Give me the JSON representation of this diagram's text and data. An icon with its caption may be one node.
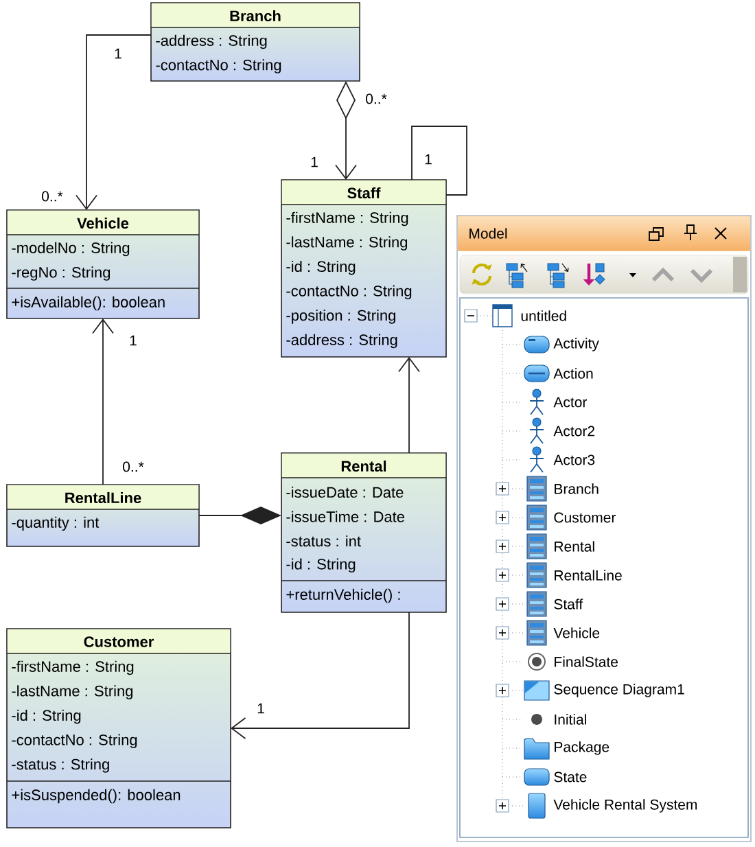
{
  "diagram": {
    "nodes": [
      {
        "text": [
          "Branch",
          "-address : String",
          "-contactNo : String"
        ]
      },
      {
        "text": [
          "Vehicle",
          "-modelNo : String",
          "-regNo : String",
          "+isAvailable(): boolean"
        ]
      },
      {
        "text": [
          "Staff",
          "-firstName : String",
          "-lastName : String",
          "-id : String",
          "-contactNo : String",
          "-position : String",
          "-address : String"
        ]
      },
      {
        "text": [
          "RentalLine",
          "-quantity : int"
        ]
      },
      {
        "text": [
          "Rental",
          "-issueDate : Date",
          "-issueTime : Date",
          "-status : int",
          "-id : String",
          "+returnVehicle() :"
        ]
      },
      {
        "text": [
          "Customer",
          "-firstName : String",
          "-lastName : String",
          "-id : String",
          "-contactNo : String",
          "-status : String",
          "+isSuspended(): boolean"
        ]
      },
      {
        "text": [
          "Model"
        ]
      },
      {
        "text": [
          "untitled",
          "Activity",
          "Action",
          "Actor",
          "Actor2",
          "Actor3",
          "Branch",
          "Customer",
          "Rental",
          "RentalLine",
          "Staff",
          "Vehicle",
          "FinalState",
          "Sequence Diagram1",
          "Initial",
          "Package",
          "State",
          "Vehicle Rental System"
        ],
        "in": 6
      }
    ],
    "edges": [
      {
        "from": 0,
        "to": 1,
        "arrow": "to"
      },
      {
        "from": 0,
        "to": 2,
        "arrow": "to"
      },
      {
        "from": 3,
        "to": 1,
        "arrow": "to"
      },
      {
        "from": 3,
        "to": 4,
        "arrow": "other"
      },
      {
        "from": 4,
        "to": 2,
        "arrow": "to"
      },
      {
        "from": 4,
        "to": 5,
        "arrow": "to"
      },
      {
        "from": 2,
        "to": 2,
        "arrow": "none"
      }
    ],
    "labels": [
      "1",
      "0..*",
      "1",
      "1",
      "0..*",
      "1",
      "0..*",
      "1"
    ]
  }
}
